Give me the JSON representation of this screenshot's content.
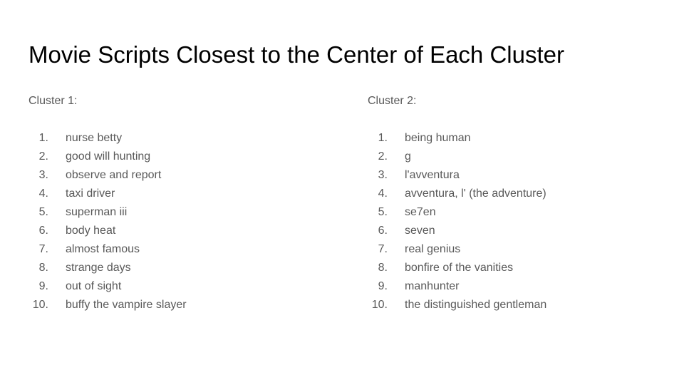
{
  "slide": {
    "title": "Movie Scripts Closest to the Center of Each Cluster"
  },
  "clusters": [
    {
      "label": "Cluster 1:",
      "items": [
        {
          "num": "1.",
          "title": "nurse betty"
        },
        {
          "num": "2.",
          "title": "good will hunting"
        },
        {
          "num": "3.",
          "title": "observe and report"
        },
        {
          "num": "4.",
          "title": "taxi driver"
        },
        {
          "num": "5.",
          "title": "superman iii"
        },
        {
          "num": "6.",
          "title": "body heat"
        },
        {
          "num": "7.",
          "title": "almost famous"
        },
        {
          "num": "8.",
          "title": "strange days"
        },
        {
          "num": "9.",
          "title": "out of sight"
        },
        {
          "num": "10.",
          "title": "buffy the vampire slayer"
        }
      ]
    },
    {
      "label": "Cluster 2:",
      "items": [
        {
          "num": "1.",
          "title": "being human"
        },
        {
          "num": "2.",
          "title": "g"
        },
        {
          "num": "3.",
          "title": "l'avventura"
        },
        {
          "num": "4.",
          "title": "avventura, l' (the adventure)"
        },
        {
          "num": "5.",
          "title": "se7en"
        },
        {
          "num": "6.",
          "title": "seven"
        },
        {
          "num": "7.",
          "title": "real genius"
        },
        {
          "num": "8.",
          "title": "bonfire of the vanities"
        },
        {
          "num": "9.",
          "title": "manhunter"
        },
        {
          "num": "10.",
          "title": "the distinguished gentleman"
        }
      ]
    }
  ],
  "colors": {
    "background": "#ffffff",
    "title_text": "#000000",
    "body_text": "#595959"
  }
}
